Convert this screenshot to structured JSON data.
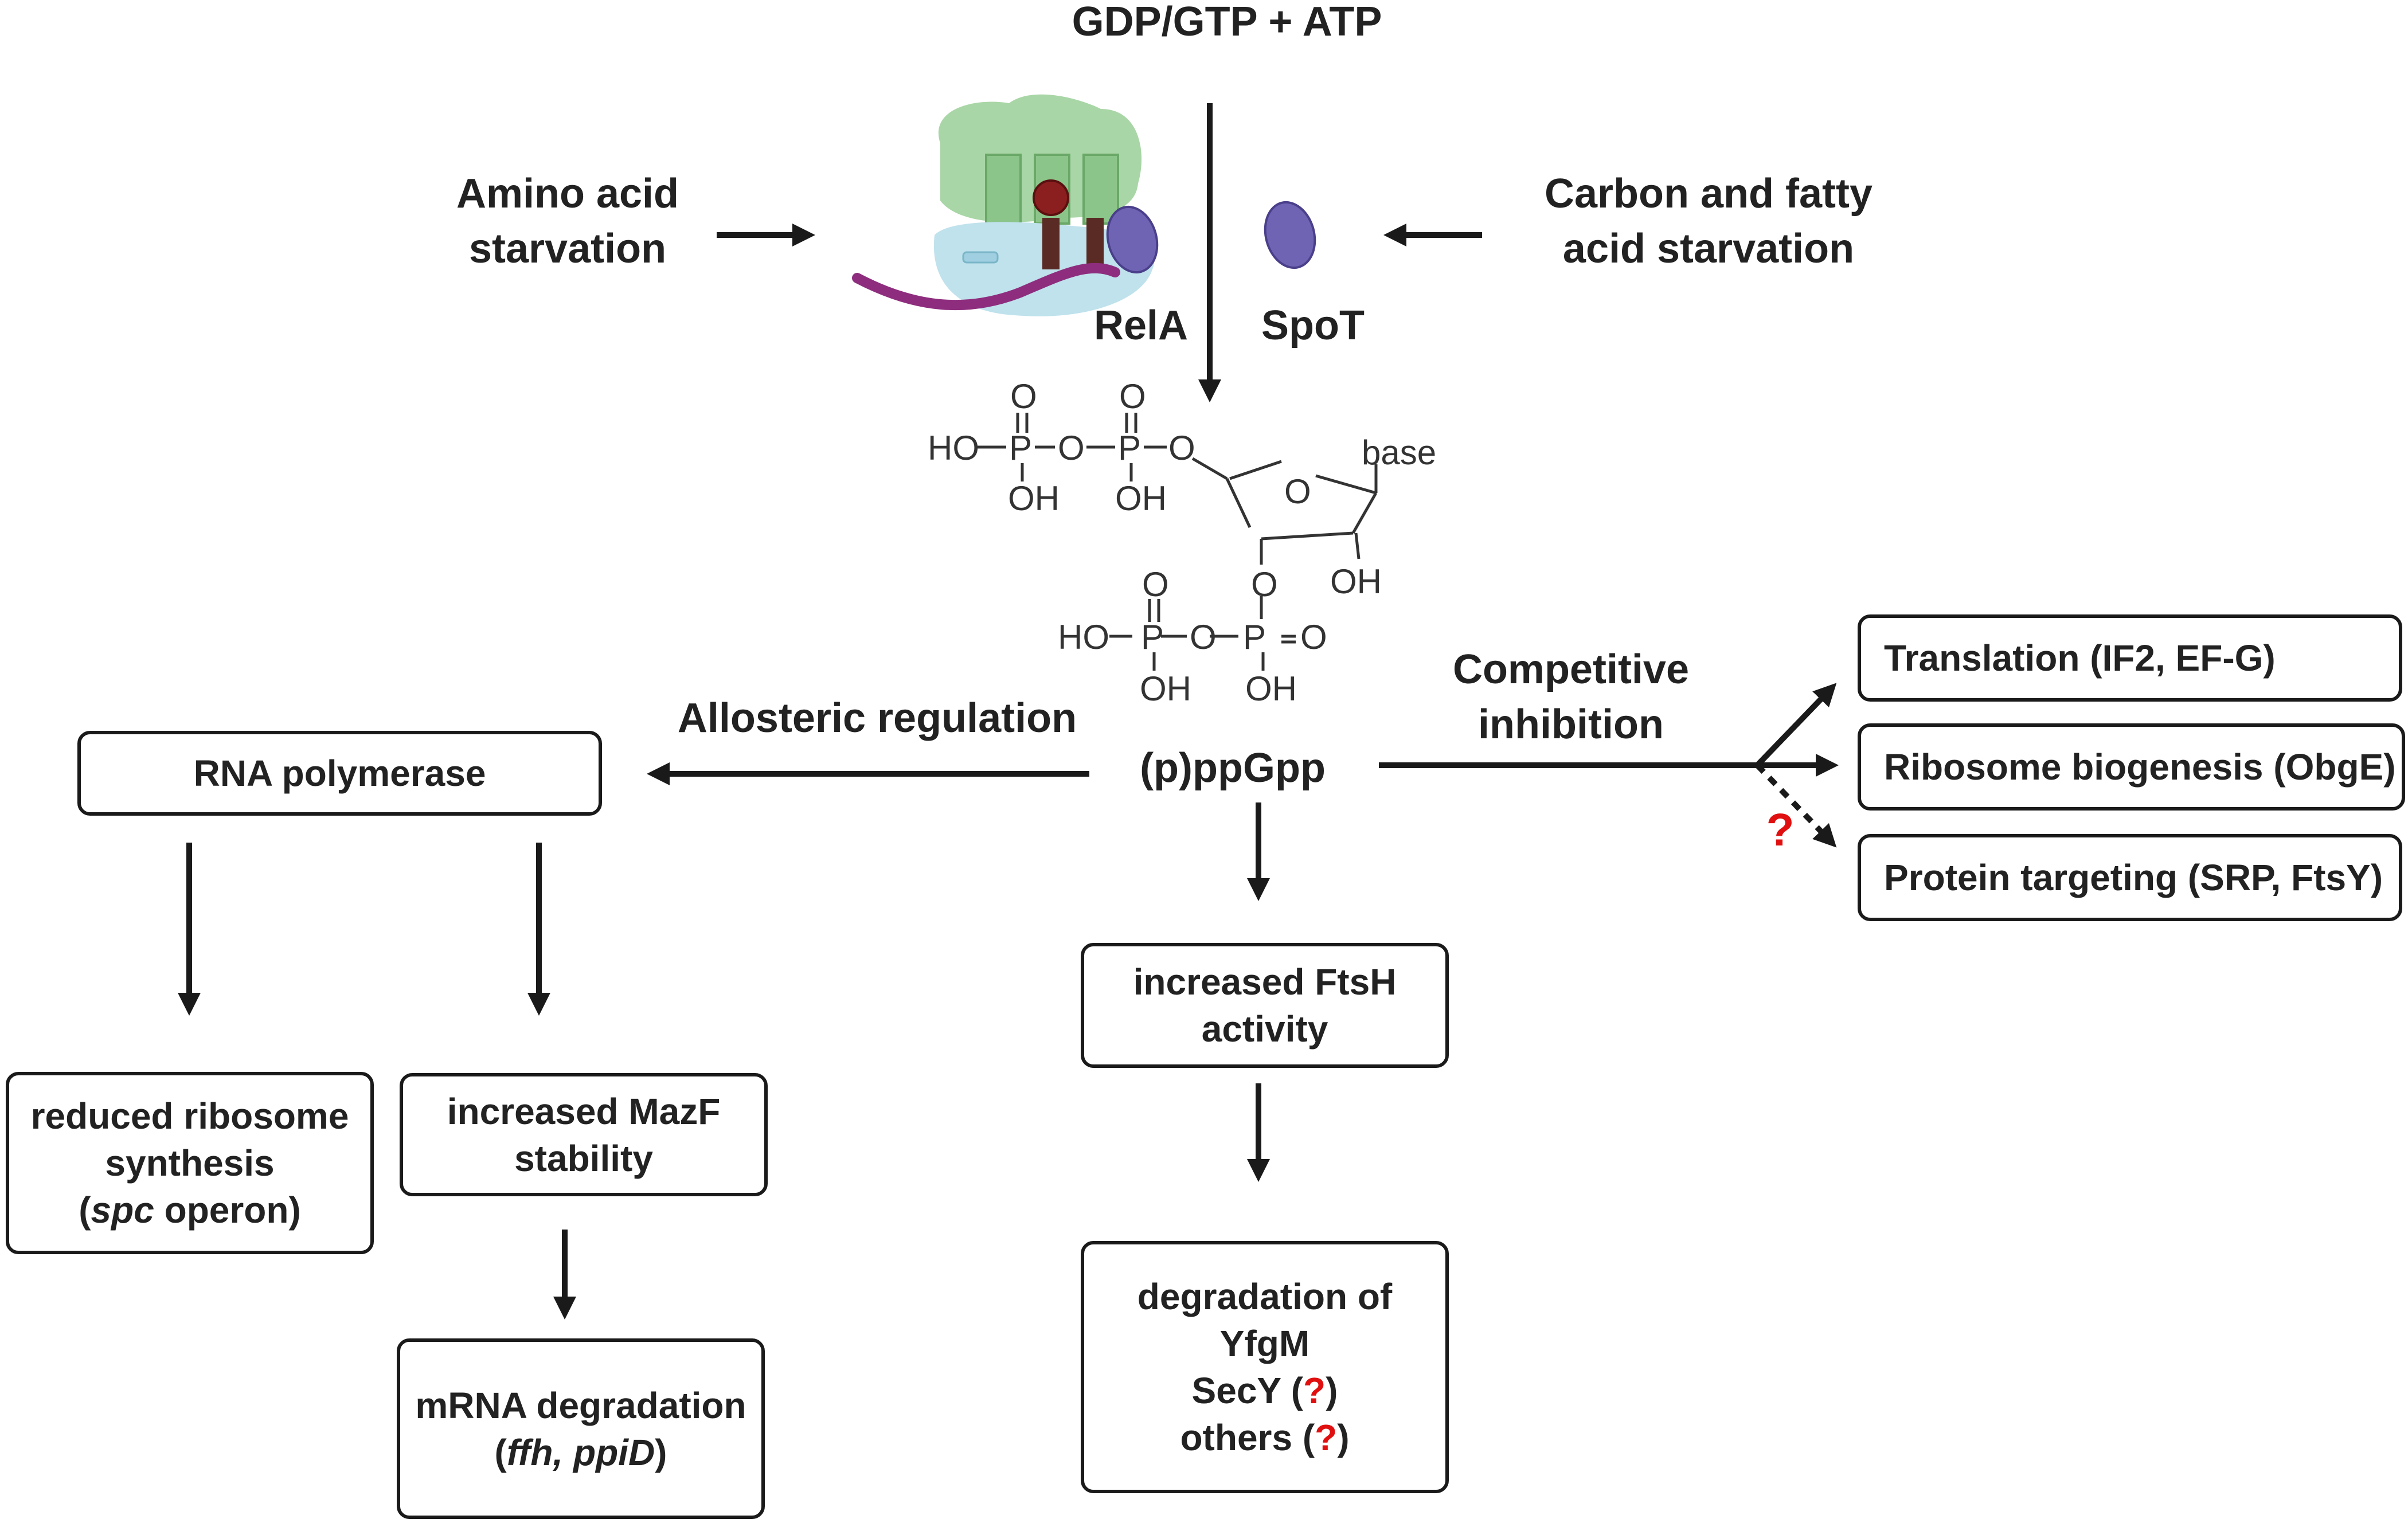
{
  "top": {
    "title": "GDP/GTP + ATP"
  },
  "inputs": {
    "amino": [
      "Amino acid",
      "starvation"
    ],
    "carbon": [
      "Carbon and fatty",
      "acid starvation"
    ]
  },
  "enzymes": {
    "rela": "RelA",
    "spot": "SpoT"
  },
  "chem": {
    "base": "base",
    "ho": "HO",
    "oh": "OH",
    "o": "O",
    "p": "P",
    "peq": "P=O"
  },
  "center": {
    "product": "(p)ppGpp"
  },
  "edges": {
    "allosteric": "Allosteric regulation",
    "competitive": [
      "Competitive",
      "inhibition"
    ],
    "unknown_mark": "?"
  },
  "boxes": {
    "rnap": "RNA polymerase",
    "reduced": {
      "l1": "reduced ribosome",
      "l2": "synthesis",
      "paren_open": "(",
      "italic": "spc",
      "rest": " operon)"
    },
    "mazf": [
      "increased MazF",
      "stability"
    ],
    "mrna": {
      "l1": "mRNA degradation",
      "paren_open": "(",
      "italic": "ffh, ppiD",
      "paren_close": ")"
    },
    "ftsh": [
      "increased FtsH",
      "activity"
    ],
    "degr": {
      "l1": "degradation of",
      "l2": "YfgM",
      "l3a": "SecY (",
      "l3q": "?",
      "l3b": ")",
      "l4a": "others (",
      "l4q": "?",
      "l4b": ")"
    },
    "translation": "Translation (IF2, EF-G)",
    "ribosome": "Ribosome biogenesis (ObgE)",
    "targeting": "Protein targeting (SRP, FtsY)"
  },
  "colors": {
    "ribosome_large": "#a9d6a6",
    "ribosome_small": "#bfe2ec",
    "mrna_strand": "#8e2d7e",
    "enzyme": "#6f63b3",
    "trna": "#5a2a24",
    "question": "#e01010"
  }
}
